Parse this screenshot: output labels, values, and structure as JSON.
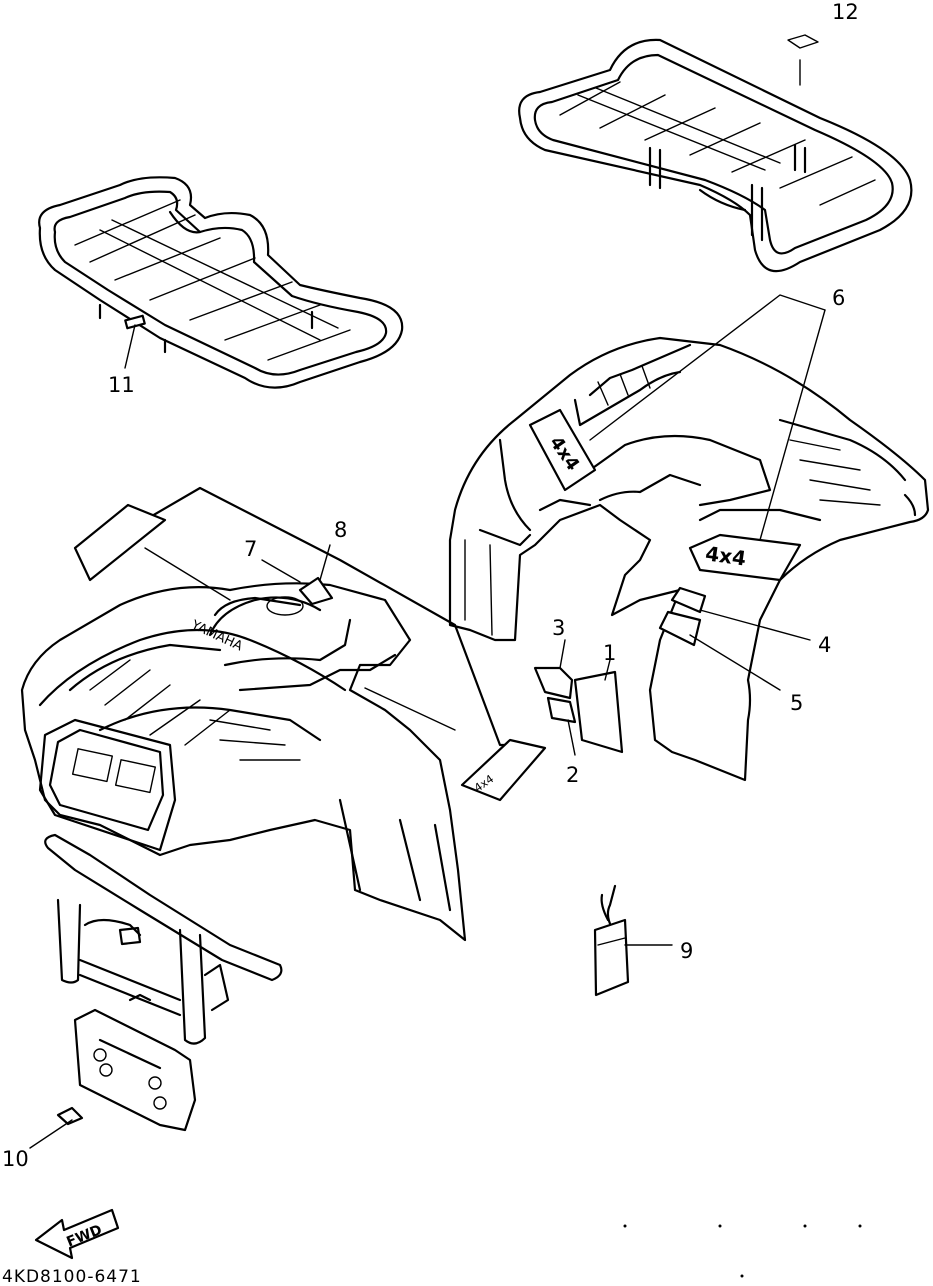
{
  "diagram": {
    "part_code": "4KD8100-6471",
    "fwd_label": "FWD",
    "decal_text": "4x4",
    "brand_text": "YAMAHA",
    "callouts": [
      {
        "id": "1",
        "label": "1"
      },
      {
        "id": "2",
        "label": "2"
      },
      {
        "id": "3",
        "label": "3"
      },
      {
        "id": "4",
        "label": "4"
      },
      {
        "id": "5",
        "label": "5"
      },
      {
        "id": "6",
        "label": "6"
      },
      {
        "id": "7",
        "label": "7"
      },
      {
        "id": "8",
        "label": "8"
      },
      {
        "id": "9",
        "label": "9"
      },
      {
        "id": "10",
        "label": "10"
      },
      {
        "id": "11",
        "label": "11"
      },
      {
        "id": "12",
        "label": "12"
      }
    ]
  }
}
